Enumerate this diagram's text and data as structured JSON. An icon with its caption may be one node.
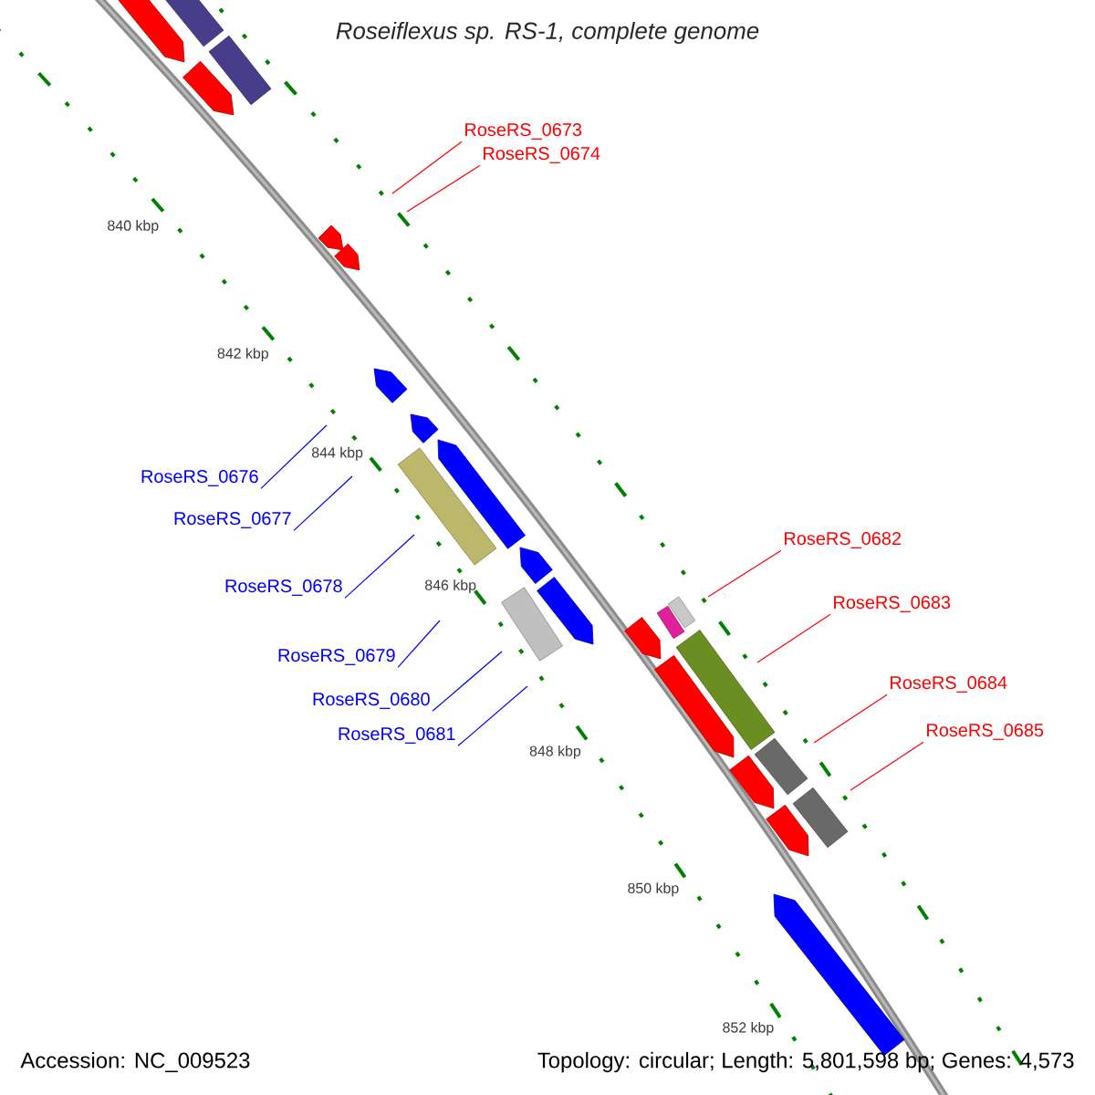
{
  "diagram": {
    "title": "Roseiflexus sp. RS-1, complete genome",
    "nodes": [
      {
        "text": [
          "RoseRS_0673"
        ]
      },
      {
        "text": [
          "RoseRS_0674"
        ]
      },
      {
        "text": [
          "RoseRS_0676"
        ]
      },
      {
        "text": [
          "RoseRS_0677"
        ]
      },
      {
        "text": [
          "RoseRS_0678"
        ]
      },
      {
        "text": [
          "RoseRS_0679"
        ]
      },
      {
        "text": [
          "RoseRS_0680"
        ]
      },
      {
        "text": [
          "RoseRS_0681"
        ]
      },
      {
        "text": [
          "RoseRS_0682"
        ]
      },
      {
        "text": [
          "RoseRS_0683"
        ]
      },
      {
        "text": [
          "RoseRS_0684"
        ]
      },
      {
        "text": [
          "RoseRS_0685"
        ]
      }
    ],
    "edges": [
      {
        "from": 0,
        "to": null,
        "arrow": "none",
        "color": "#ff0000"
      },
      {
        "from": 1,
        "to": null,
        "arrow": "none",
        "color": "#ff0000"
      },
      {
        "from": 2,
        "to": null,
        "arrow": "none",
        "color": "#0000ff"
      },
      {
        "from": 3,
        "to": null,
        "arrow": "none",
        "color": "#0000ff"
      },
      {
        "from": 4,
        "to": null,
        "arrow": "none",
        "color": "#0000ff"
      },
      {
        "from": 5,
        "to": null,
        "arrow": "none",
        "color": "#0000ff"
      },
      {
        "from": 6,
        "to": null,
        "arrow": "none",
        "color": "#0000ff"
      },
      {
        "from": 7,
        "to": null,
        "arrow": "none",
        "color": "#0000ff"
      },
      {
        "from": 8,
        "to": null,
        "arrow": "none",
        "color": "#ff0000"
      },
      {
        "from": 9,
        "to": null,
        "arrow": "none",
        "color": "#ff0000"
      },
      {
        "from": 10,
        "to": null,
        "arrow": "none",
        "color": "#ff0000"
      },
      {
        "from": 11,
        "to": null,
        "arrow": "none",
        "color": "#ff0000"
      }
    ],
    "labels": [
      "840 kbp",
      "842 kbp",
      "844 kbp",
      "846 kbp",
      "848 kbp",
      "850 kbp",
      "852 kbp",
      "Accession: NC_009523",
      "Topology: circular; Length: 5,801,598 bp; Genes: 4,573"
    ]
  }
}
